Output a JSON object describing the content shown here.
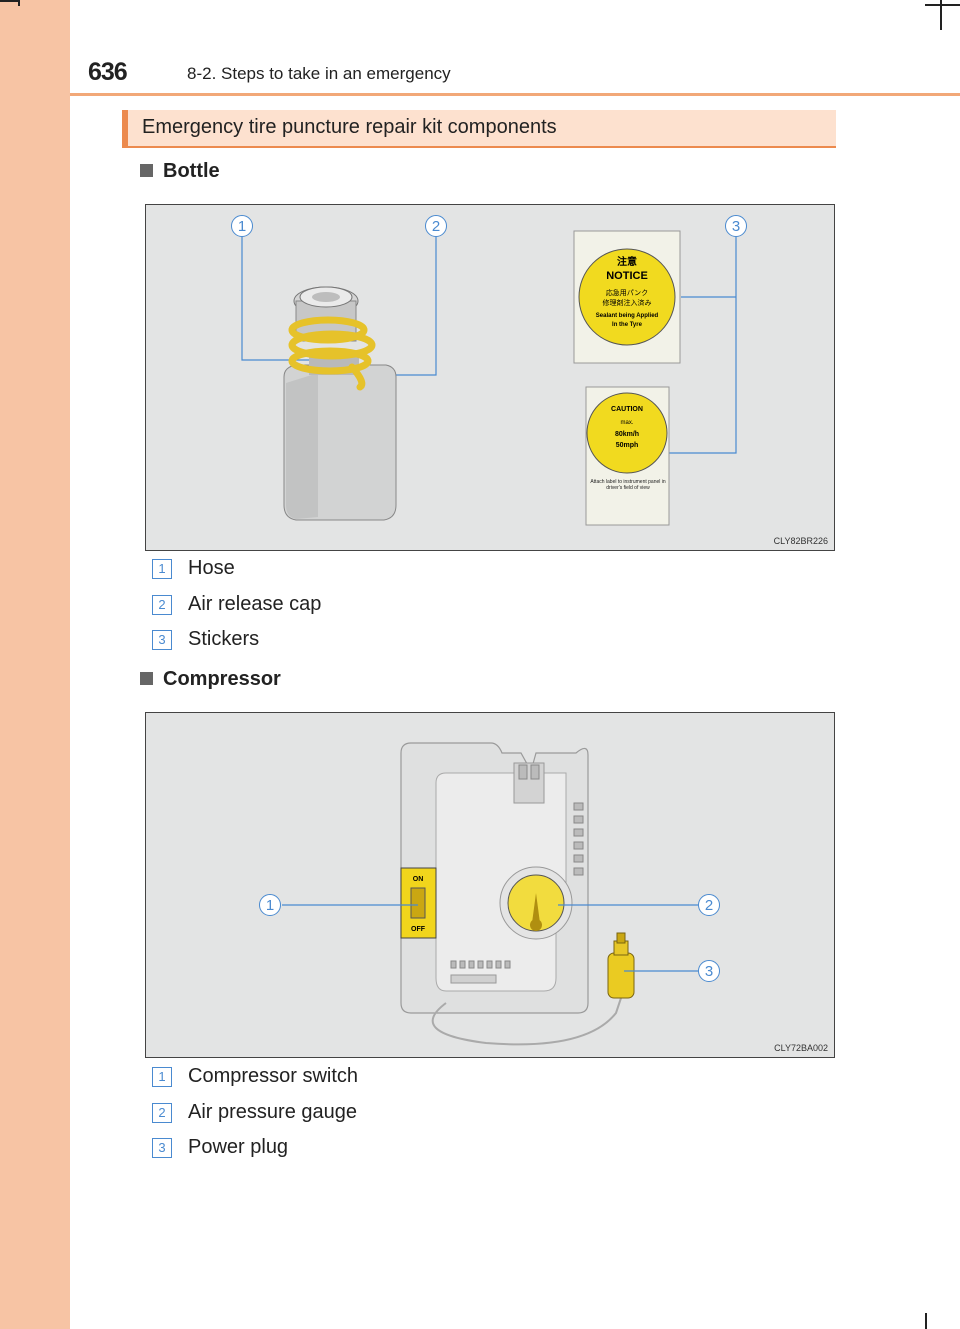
{
  "header": {
    "page_number": "636",
    "section": "8-2. Steps to take in an emergency"
  },
  "section_title": "Emergency tire puncture repair kit components",
  "bottle": {
    "heading": "Bottle",
    "figure_code": "CLY82BR226",
    "callouts": [
      "1",
      "2",
      "3"
    ],
    "sticker_notice": {
      "jp": "注意",
      "title": "NOTICE",
      "line1": "応急用パンク",
      "line2": "修理剤注入済み",
      "line3": "Sealant being Applied",
      "line4": "In the Tyre"
    },
    "sticker_caution": {
      "title": "CAUTION",
      "max": "max.",
      "kmh": "80km/h",
      "mph": "50mph",
      "note": "Attach label to instrument panel in driver's field of view"
    },
    "legend": [
      {
        "num": "1",
        "label": "Hose"
      },
      {
        "num": "2",
        "label": "Air release cap"
      },
      {
        "num": "3",
        "label": "Stickers"
      }
    ]
  },
  "compressor": {
    "heading": "Compressor",
    "figure_code": "CLY72BA002",
    "callouts": [
      "1",
      "2",
      "3"
    ],
    "switch_on": "ON",
    "switch_off": "OFF",
    "legend": [
      {
        "num": "1",
        "label": "Compressor switch"
      },
      {
        "num": "2",
        "label": "Air pressure gauge"
      },
      {
        "num": "3",
        "label": "Power plug"
      }
    ]
  },
  "colors": {
    "accent": "#ec8a4e",
    "sidebar": "#f7c4a4",
    "callout": "#4a8ad0"
  }
}
